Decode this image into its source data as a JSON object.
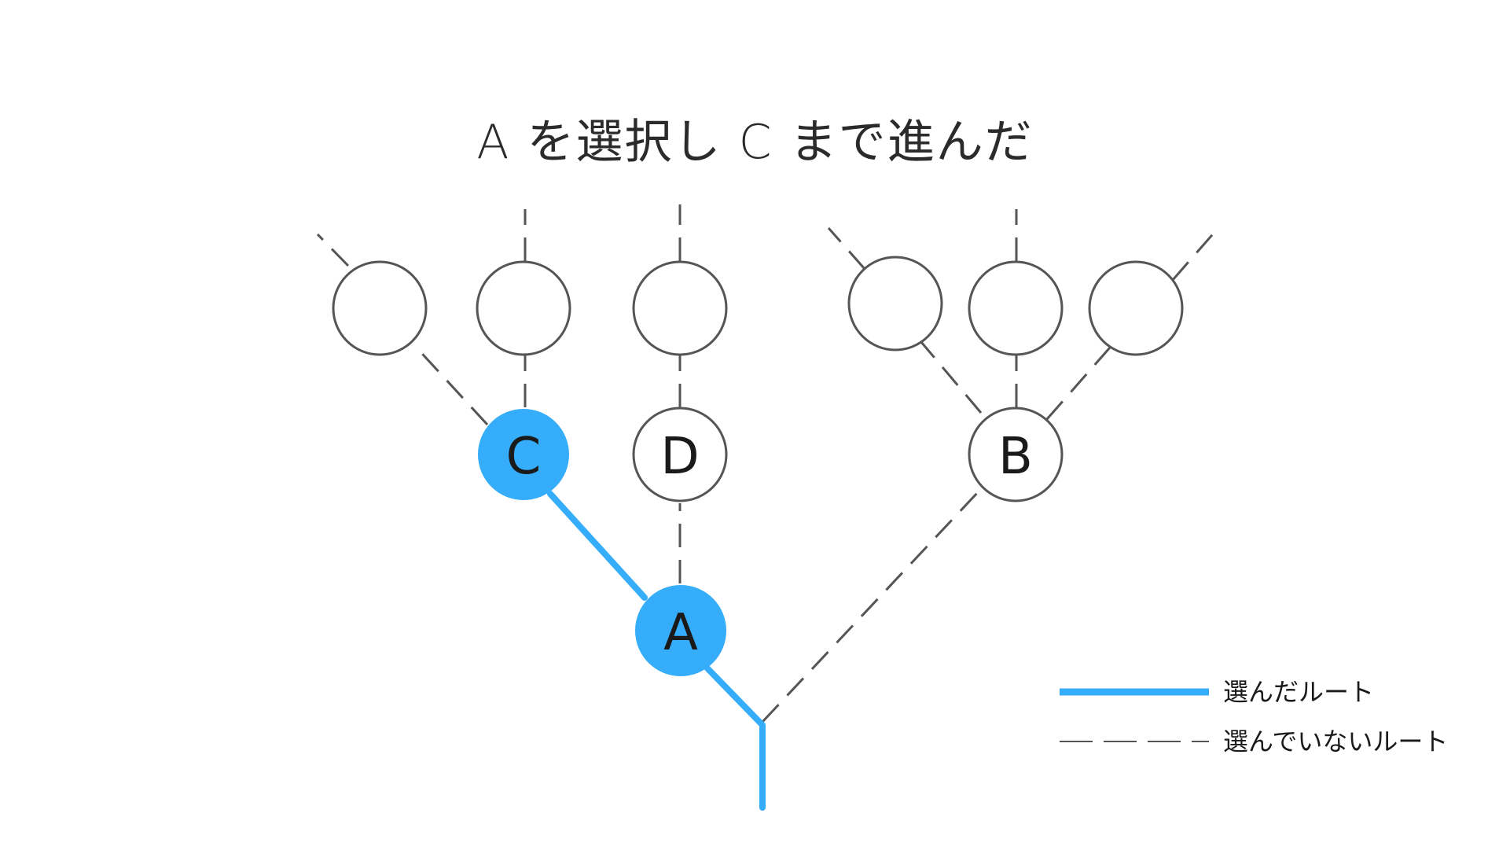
{
  "title": "A を選択し C まで進んだ",
  "colors": {
    "selected": "#35ADFA",
    "unselected_line": "#555555",
    "node_outline": "#555555",
    "node_fill": "#FFFFFF"
  },
  "nodes": {
    "A": {
      "label": "A",
      "selected": true
    },
    "B": {
      "label": "B",
      "selected": false
    },
    "C": {
      "label": "C",
      "selected": true
    },
    "D": {
      "label": "D",
      "selected": false
    }
  },
  "legend": {
    "selected_route": "選んだルート",
    "unselected_route": "選んでいないルート"
  }
}
